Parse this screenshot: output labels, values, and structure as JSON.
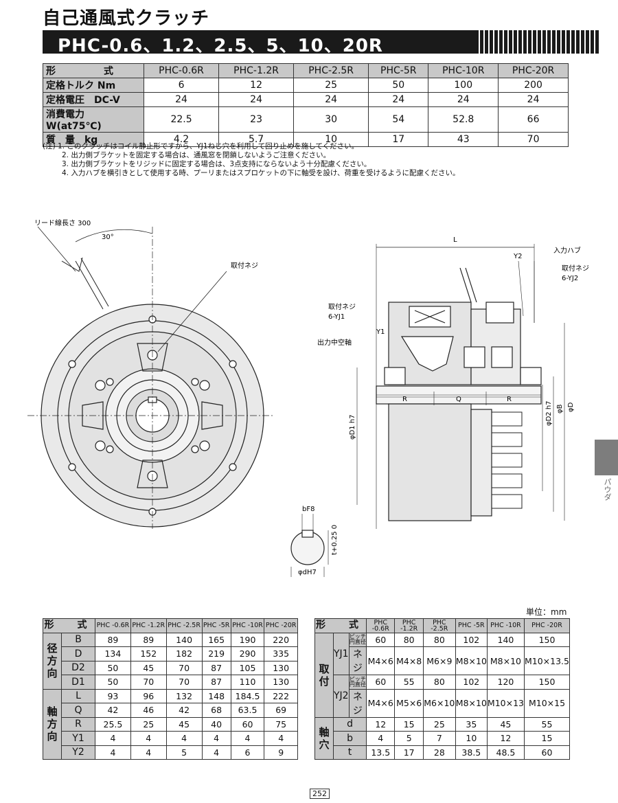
{
  "title": "自己通風式クラッチ",
  "banner": "PHC-0.6、1.2、2.5、5、10、20R",
  "spec_table": {
    "header_label": "形　　式",
    "models": [
      "PHC-0.6R",
      "PHC-1.2R",
      "PHC-2.5R",
      "PHC-5R",
      "PHC-10R",
      "PHC-20R"
    ],
    "rows": [
      {
        "label": "定格トルク Nm",
        "values": [
          "6",
          "12",
          "25",
          "50",
          "100",
          "200"
        ]
      },
      {
        "label": "定格電圧　DC-V",
        "values": [
          "24",
          "24",
          "24",
          "24",
          "24",
          "24"
        ]
      },
      {
        "label": "消費電力　W(at75℃)",
        "values": [
          "22.5",
          "23",
          "30",
          "54",
          "52.8",
          "66"
        ]
      },
      {
        "label": "質　量　kg",
        "values": [
          "4.2",
          "5.7",
          "10",
          "17",
          "43",
          "70"
        ]
      }
    ]
  },
  "notes": [
    "(注) 1. このクラッチはコイル静止形ですから、YJ1ねじ穴を利用して回り止めを施してください。",
    "2. 出力側ブラケットを固定する場合は、通風窓を閉鎖しないようご注意ください。",
    "3. 出力側ブラケットをリジッドに固定する場合は、3点支持にならないよう十分配慮ください。",
    "4. 入力ハブを横引きとして使用する時、プーリまたはスプロケットの下に軸受を設け、荷重を受けるように配慮ください。"
  ],
  "drawing_labels": {
    "lead": "リード線長さ 300",
    "angle": "30°",
    "mount_screw_front": "取付ネジ",
    "L": "L",
    "Y2": "Y2",
    "input_hub": "入力ハブ",
    "mount_screw_yj2_a": "取付ネジ",
    "mount_screw_yj2_b": "6-YJ2",
    "mount_screw_yj1_a": "取付ネジ",
    "mount_screw_yj1_b": "6-YJ1",
    "Y1": "Y1",
    "hollow_shaft": "出力中空軸",
    "R": "R",
    "Q": "Q",
    "D1": "φD1 h7",
    "D2": "φD2 h7",
    "B": "φB",
    "D": "φD",
    "bF8": "bF8",
    "t": "t+0.25 0",
    "dH7": "φdH7"
  },
  "side_tab": "パウダ",
  "unit_label": "単位：mm",
  "dim_table_left": {
    "header_label": "形　式",
    "models": [
      "PHC -0.6R",
      "PHC -1.2R",
      "PHC -2.5R",
      "PHC -5R",
      "PHC -10R",
      "PHC -20R"
    ],
    "group1": "径方向",
    "group2": "軸方向",
    "rows": [
      {
        "label": "B",
        "values": [
          "89",
          "89",
          "140",
          "165",
          "190",
          "220"
        ]
      },
      {
        "label": "D",
        "values": [
          "134",
          "152",
          "182",
          "219",
          "290",
          "335"
        ]
      },
      {
        "label": "D2",
        "values": [
          "50",
          "45",
          "70",
          "87",
          "105",
          "130"
        ]
      },
      {
        "label": "D1",
        "values": [
          "50",
          "70",
          "70",
          "87",
          "110",
          "130"
        ]
      },
      {
        "label": "L",
        "values": [
          "93",
          "96",
          "132",
          "148",
          "184.5",
          "222"
        ]
      },
      {
        "label": "Q",
        "values": [
          "42",
          "46",
          "42",
          "68",
          "63.5",
          "69"
        ]
      },
      {
        "label": "R",
        "values": [
          "25.5",
          "25",
          "45",
          "40",
          "60",
          "75"
        ]
      },
      {
        "label": "Y1",
        "values": [
          "4",
          "4",
          "4",
          "4",
          "4",
          "4"
        ]
      },
      {
        "label": "Y2",
        "values": [
          "4",
          "4",
          "5",
          "4",
          "6",
          "9"
        ]
      }
    ]
  },
  "dim_table_right": {
    "header_label": "形　式",
    "models": [
      "PHC -0.6R",
      "PHC -1.2R",
      "PHC -2.5R",
      "PHC -5R",
      "PHC -10R",
      "PHC -20R"
    ],
    "group1": "取付",
    "group2": "軸穴",
    "yj1": "YJ1",
    "yj2": "YJ2",
    "pitch": "ピッチ円直径",
    "screw": "ネジ",
    "rows": [
      {
        "values": [
          "60",
          "80",
          "80",
          "102",
          "140",
          "150"
        ]
      },
      {
        "values": [
          "M4×6",
          "M4×8",
          "M6×9",
          "M8×10",
          "M8×10",
          "M10×13.5"
        ]
      },
      {
        "values": [
          "60",
          "55",
          "80",
          "102",
          "120",
          "150"
        ]
      },
      {
        "values": [
          "M4×6",
          "M5×6",
          "M6×10",
          "M8×10",
          "M10×13",
          "M10×15"
        ]
      },
      {
        "label": "d",
        "values": [
          "12",
          "15",
          "25",
          "35",
          "45",
          "55"
        ]
      },
      {
        "label": "b",
        "values": [
          "4",
          "5",
          "7",
          "10",
          "12",
          "15"
        ]
      },
      {
        "label": "t",
        "values": [
          "13.5",
          "17",
          "28",
          "38.5",
          "48.5",
          "60"
        ]
      }
    ]
  },
  "page_number": "252"
}
